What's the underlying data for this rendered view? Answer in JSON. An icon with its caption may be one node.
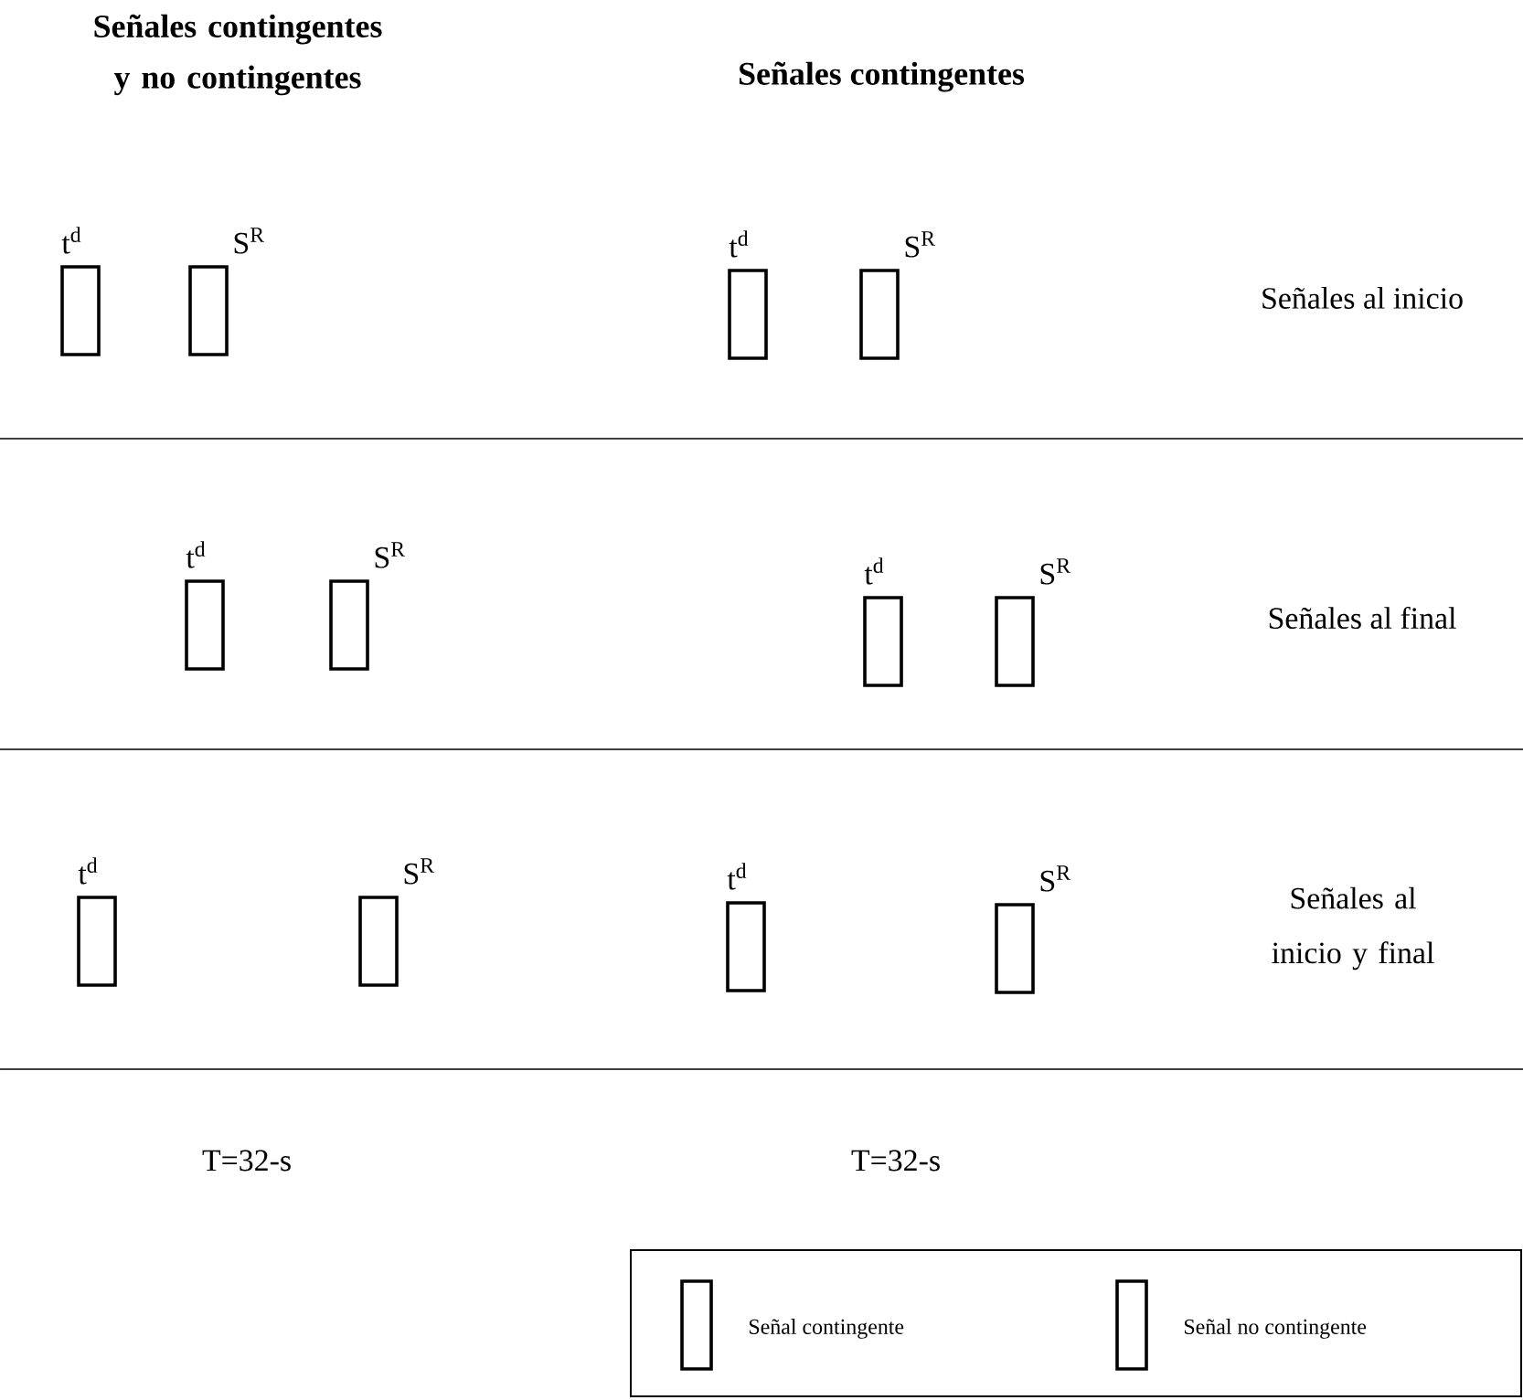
{
  "diagram": {
    "nodes": [
      {
        "text": [],
        "shape": "box",
        "beside": [
          "t$^{d}$"
        ]
      },
      {
        "text": [],
        "shape": "box",
        "beside": [
          "S$^{R}$"
        ]
      },
      {
        "text": [],
        "shape": "box",
        "beside": [
          "t$^{d}$"
        ]
      },
      {
        "text": [],
        "shape": "box",
        "beside": [
          "S$^{R}$"
        ]
      },
      {
        "text": [],
        "shape": "box",
        "beside": [
          "t$^{d}$"
        ]
      },
      {
        "text": [],
        "shape": "box",
        "beside": [
          "S$^{R}$"
        ]
      },
      {
        "text": [],
        "shape": "box",
        "beside": [
          "t$^{d}$"
        ]
      },
      {
        "text": [],
        "shape": "box",
        "beside": [
          "S$^{R}$"
        ]
      },
      {
        "text": [],
        "shape": "box",
        "beside": [
          "t$^{d}$"
        ]
      },
      {
        "text": [],
        "shape": "box",
        "beside": [
          "S$^{R}$"
        ]
      },
      {
        "text": [],
        "shape": "box",
        "beside": [
          "t$^{d}$"
        ]
      },
      {
        "text": [],
        "shape": "box",
        "beside": [
          "S$^{R}$"
        ]
      }
    ],
    "labels": [
      "Señales contingentes y no contingentes",
      "Señales contingentes",
      "Señales al inicio",
      "Señales al final",
      "Señales al inicio y final",
      "T=32-s",
      "T=32-s"
    ],
    "legend": [
      {
        "text": "Señal contingente"
      },
      {
        "text": "Señal no contingente"
      }
    ]
  }
}
